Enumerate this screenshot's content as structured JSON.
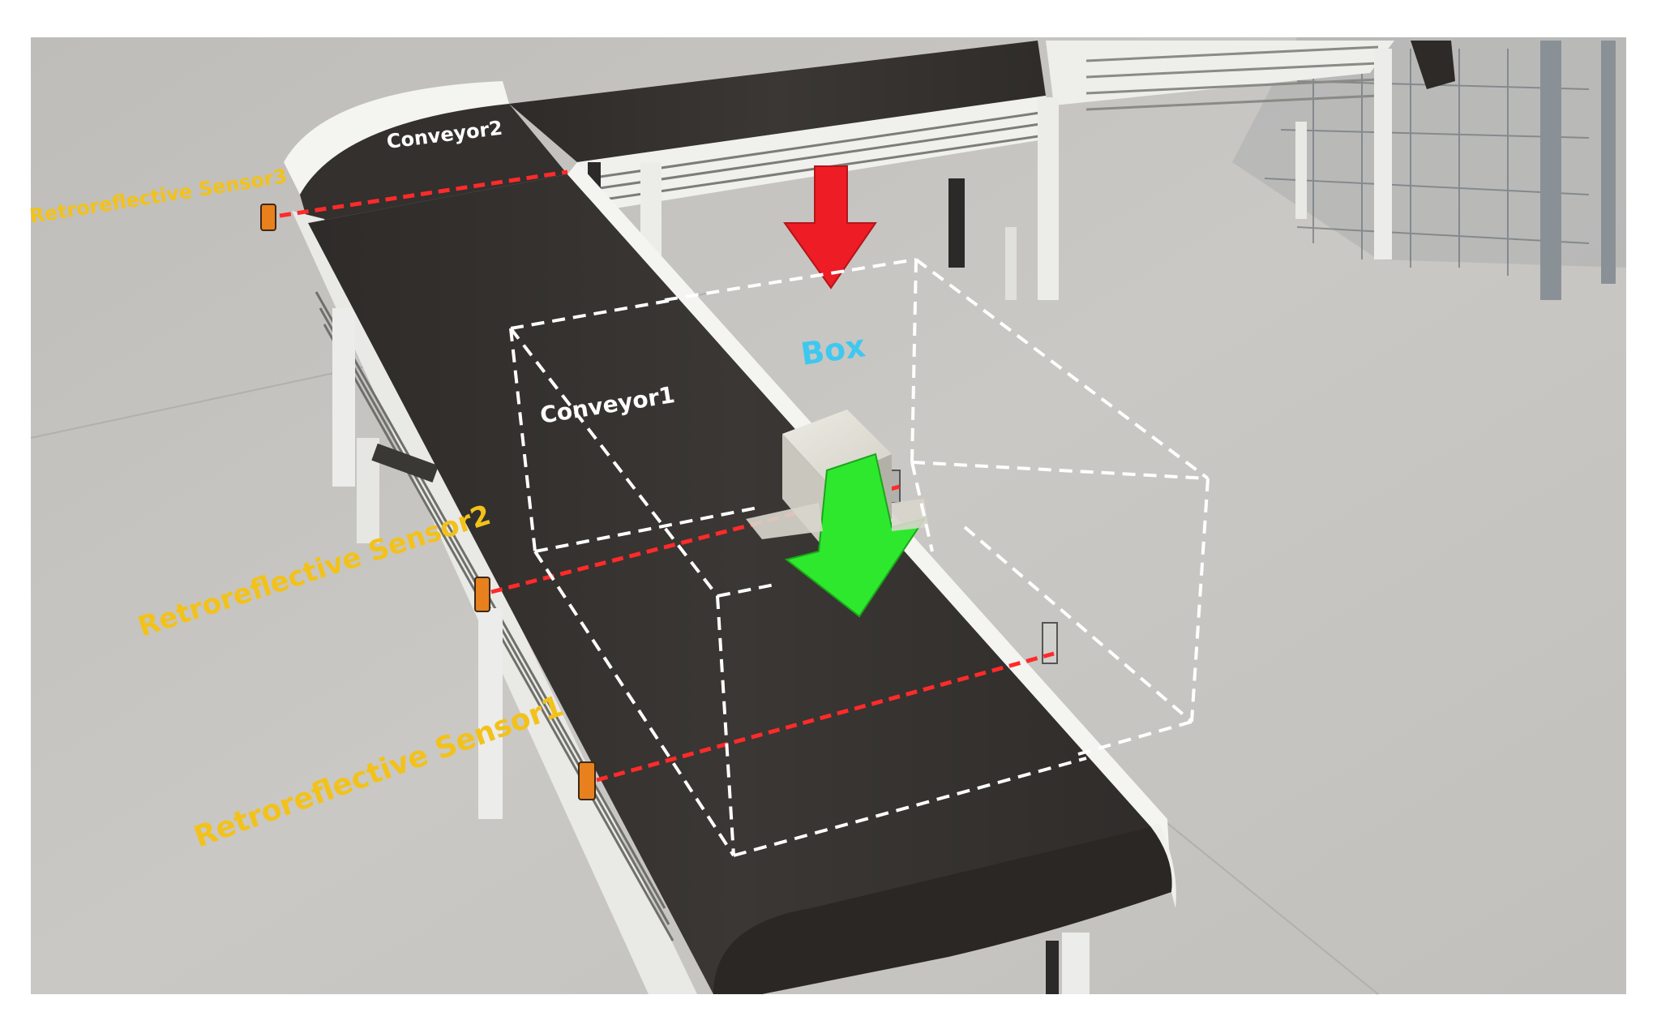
{
  "labels": {
    "conveyor1": "Conveyor1",
    "conveyor2": "Conveyor2",
    "box": "Box",
    "sensor1": "Retroreflective Sensor1",
    "sensor2": "Retroreflective Sensor2",
    "sensor3": "Retroreflective Sensor3"
  },
  "colors": {
    "sensor_label": "#f2c21b",
    "box_label": "#3ec8f0",
    "conveyor_label": "#ffffff",
    "sensor_beam": "#ff2a2a",
    "drop_arrow": "#ee1c24",
    "flow_arrow": "#2ee82e",
    "floor": "#c7c5c1",
    "belt": "#363330"
  }
}
